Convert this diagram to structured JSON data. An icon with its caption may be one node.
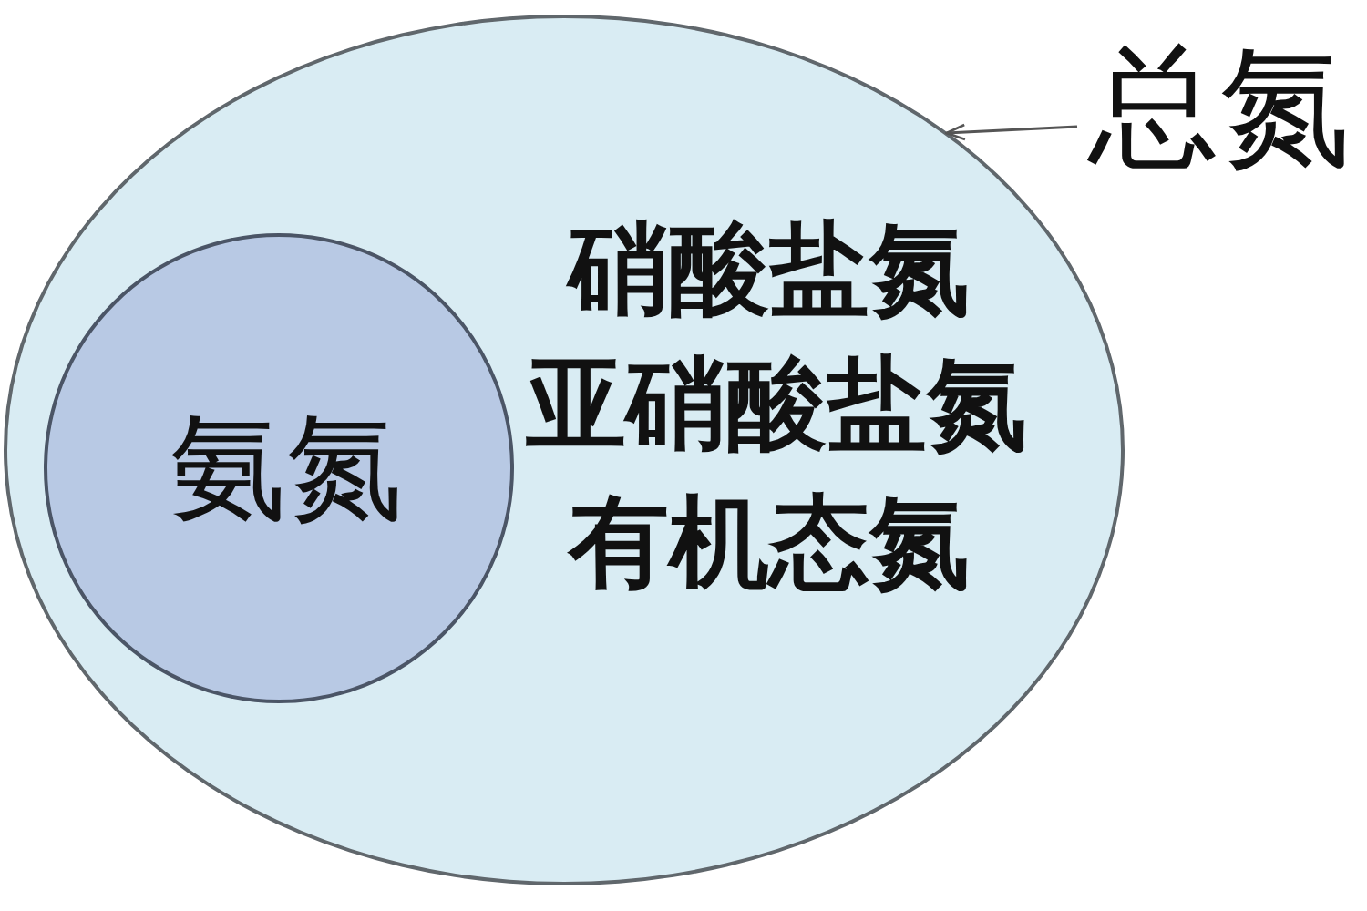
{
  "diagram": {
    "nodes": [
      {
        "text": [
          "硝酸盐氮",
          "亚硝酸盐氮",
          "有机态氮"
        ]
      },
      {
        "text": [
          "氨氮"
        ],
        "in": 0
      },
      {
        "text": [
          "总氮"
        ]
      }
    ],
    "edges": [
      {
        "from": 2,
        "to": 0,
        "arrow": "to"
      }
    ]
  }
}
